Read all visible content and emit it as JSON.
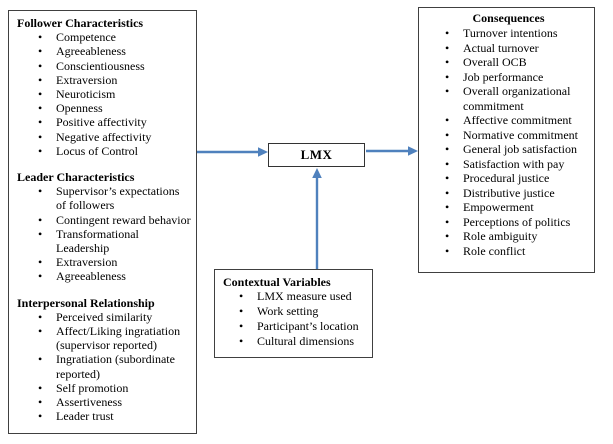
{
  "colors": {
    "arrow": "#4f81bd",
    "border": "#404040",
    "background": "#ffffff",
    "text": "#000000"
  },
  "icons": {
    "bullet": "•"
  },
  "antecedents_box": {
    "sections": [
      {
        "title": "Follower Characteristics",
        "items": [
          "Competence",
          "Agreeableness",
          "Conscientiousness",
          "Extraversion",
          "Neuroticism",
          "Openness",
          "Positive affectivity",
          "Negative affectivity",
          "Locus of Control"
        ]
      },
      {
        "title": "Leader Characteristics",
        "items": [
          "Supervisor’s expectations of followers",
          "Contingent reward behavior",
          "Transformational Leadership",
          "Extraversion",
          "Agreeableness"
        ]
      },
      {
        "title": "Interpersonal Relationship",
        "items": [
          "Perceived similarity",
          "Affect/Liking ingratiation (supervisor reported)",
          "Ingratiation (subordinate reported)",
          "Self promotion",
          "Assertiveness",
          "Leader trust"
        ]
      }
    ]
  },
  "lmx_box": {
    "label": "LMX"
  },
  "contextual_box": {
    "title": "Contextual Variables",
    "items": [
      "LMX measure used",
      "Work setting",
      "Participant’s location",
      "Cultural dimensions"
    ]
  },
  "consequences_box": {
    "title": "Consequences",
    "items": [
      "Turnover intentions",
      "Actual turnover",
      "Overall OCB",
      "Job performance",
      "Overall organizational commitment",
      "Affective commitment",
      "Normative commitment",
      "General job satisfaction",
      "Satisfaction with pay",
      "Procedural justice",
      "Distributive justice",
      "Empowerment",
      "Perceptions of politics",
      "Role ambiguity",
      "Role conflict"
    ]
  }
}
